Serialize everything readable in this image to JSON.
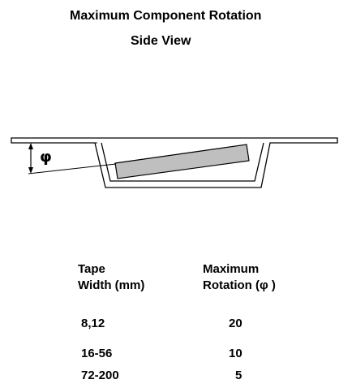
{
  "title": {
    "line1": "Maximum Component Rotation",
    "line2": "Side View"
  },
  "diagram": {
    "angle_symbol": "φ"
  },
  "table": {
    "headers": {
      "col1": [
        "Tape",
        "Width (mm)"
      ],
      "col2": [
        "Maximum",
        "Rotation (φ )"
      ]
    },
    "rows": [
      {
        "tape_width": "8,12",
        "max_rotation": "20"
      },
      {
        "tape_width": "16-56",
        "max_rotation": "10"
      },
      {
        "tape_width": "72-200",
        "max_rotation": "5"
      }
    ]
  },
  "colors": {
    "component_fill": "#bfbfbf",
    "line": "#000000"
  }
}
